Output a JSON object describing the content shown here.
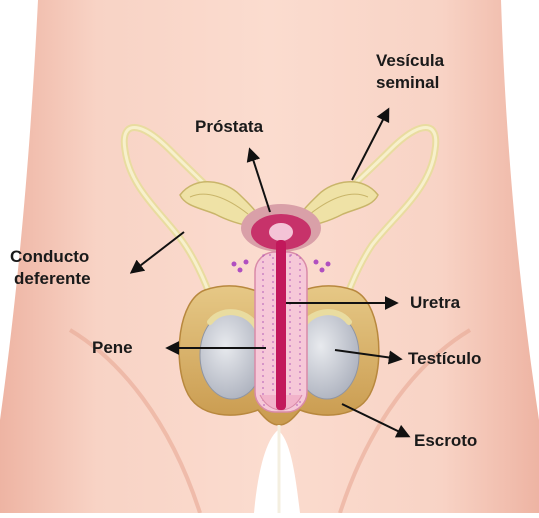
{
  "labels": {
    "vesicula_line1": "Vesícula",
    "vesicula_line2": "seminal",
    "prostata": "Próstata",
    "conducto_line1": "Conducto",
    "conducto_line2": "deferente",
    "uretra": "Uretra",
    "pene": "Pene",
    "testiculo": "Testículo",
    "escroto": "Escroto"
  },
  "colors": {
    "skin": "#f7cfc0",
    "skin_shadow": "#eab09e",
    "duct": "#f2e9b6",
    "scrotum": "#d9b46a",
    "testis": "#c9cdd6",
    "penis": "#f4c3d6",
    "urethra": "#c2185b",
    "prostate": "#c7326a",
    "arrow": "#111111"
  }
}
